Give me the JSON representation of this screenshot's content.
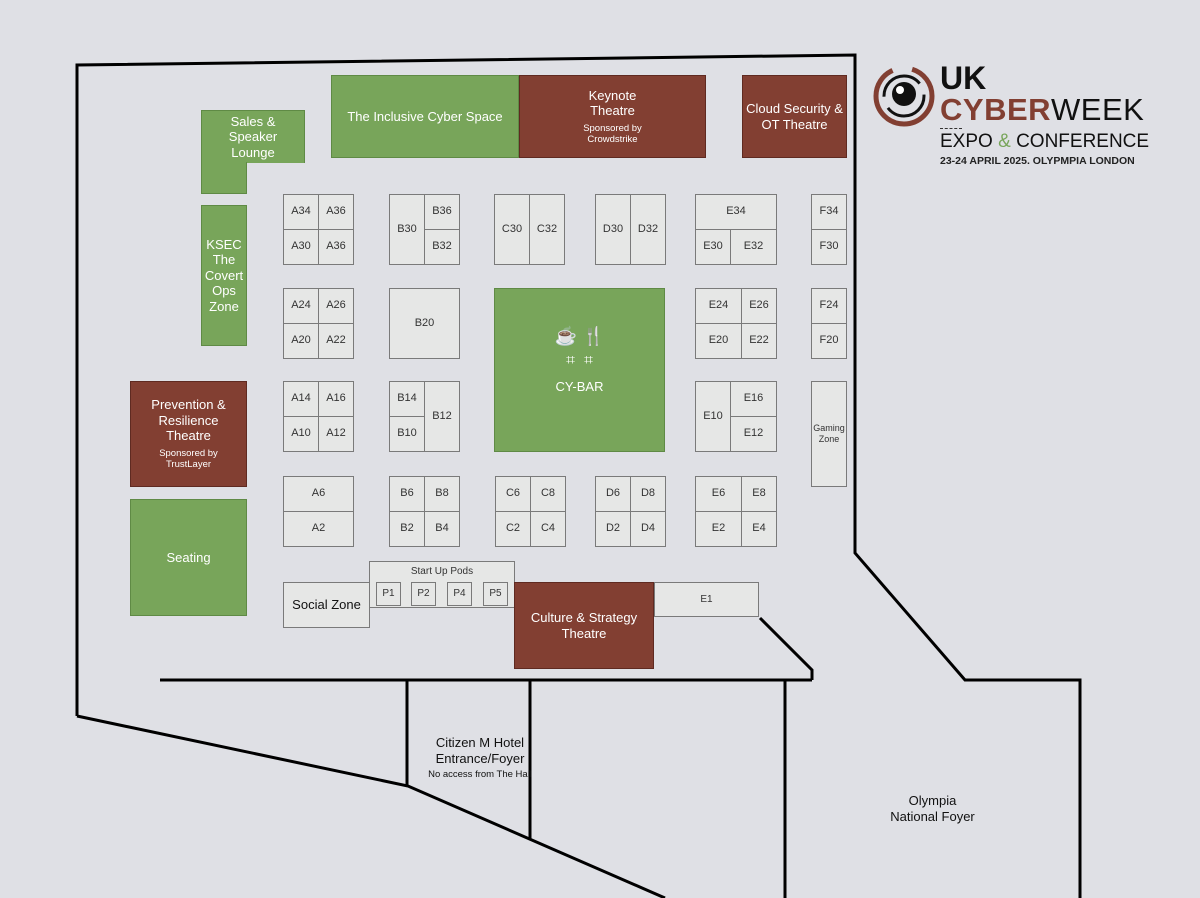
{
  "logo": {
    "uk": "UK",
    "cyber": "CYBER",
    "week": "WEEK",
    "expo": "EXPO",
    "amp": "&",
    "conference": "CONFERENCE",
    "date": "23-24 APRIL 2025. OLYPMPIA LONDON",
    "colors": {
      "brown": "#823f32",
      "green": "#78a55a"
    }
  },
  "zones": {
    "sales_lounge": "Sales & Speaker Lounge",
    "inclusive": "The Inclusive Cyber Space",
    "keynote": {
      "title": "Keynote Theatre",
      "sponsor": "Sponsored by Crowdstrike"
    },
    "cloud": "Cloud Security & OT Theatre",
    "ksec": "KSEC The Covert Ops Zone",
    "prevention": {
      "title": "Prevention & Resilience Theatre",
      "sponsor": "Sponsored by TrustLayer"
    },
    "seating": "Seating",
    "cybar": {
      "title": "CY-BAR",
      "icons": [
        "coffee-icon",
        "cutlery-icon",
        "table-icon",
        "table-icon"
      ]
    },
    "gaming": "Gaming Zone",
    "social": "Social Zone",
    "pods_title": "Start Up Pods",
    "pods": [
      "P1",
      "P2",
      "P4",
      "P5"
    ],
    "culture": "Culture & Strategy Theatre",
    "e1": "E1"
  },
  "booths": {
    "a_top": [
      "A34",
      "A36",
      "A30",
      "A36"
    ],
    "b_top": [
      "B30",
      "B36",
      "B32"
    ],
    "c_top": [
      "C30",
      "C32"
    ],
    "d_top": [
      "D30",
      "D32"
    ],
    "e_top": [
      "E34",
      "E30",
      "E32"
    ],
    "f_top": [
      "F34",
      "F30"
    ],
    "a_mid": [
      "A24",
      "A26",
      "A20",
      "A22"
    ],
    "b_mid": [
      "B20"
    ],
    "e_mid": [
      "E24",
      "E26",
      "E20",
      "E22"
    ],
    "f_mid": [
      "F24",
      "F20"
    ],
    "a_low": [
      "A14",
      "A16",
      "A10",
      "A12"
    ],
    "b_low": [
      "B14",
      "B10",
      "B12"
    ],
    "e_low": [
      "E10",
      "E16",
      "E12"
    ],
    "a_bot": [
      "A6",
      "A2"
    ],
    "b_bot": [
      "B6",
      "B8",
      "B2",
      "B4"
    ],
    "c_bot": [
      "C6",
      "C8",
      "C2",
      "C4"
    ],
    "d_bot": [
      "D6",
      "D8",
      "D2",
      "D4"
    ],
    "e_bot": [
      "E6",
      "E8",
      "E2",
      "E4"
    ]
  },
  "outside": {
    "citizen": "Citizen M Hotel Entrance/Foyer",
    "citizen_note": "No access from The Hall",
    "olympia": "Olympia National Foyer"
  }
}
